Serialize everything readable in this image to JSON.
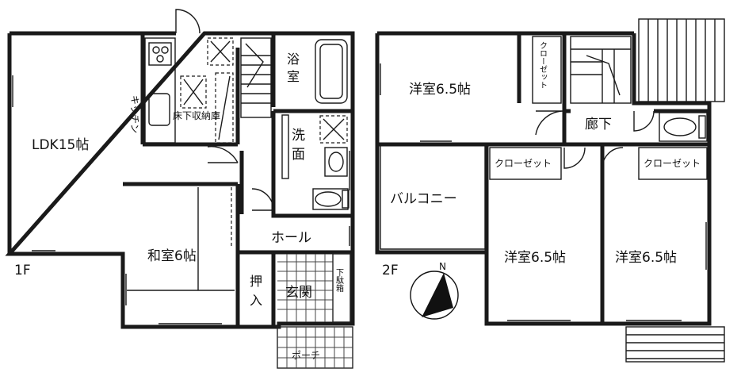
{
  "floor1": {
    "label": "1F",
    "rooms": {
      "ldk": "LDK15帖",
      "kitchen": "キッチン",
      "underfloor": "床下収納庫",
      "bath": "浴室",
      "washroom": "洗面",
      "washroom_line1": "洗",
      "washroom_line2": "面",
      "bath_line1": "浴",
      "bath_line2": "室",
      "hall": "ホール",
      "washitsu": "和室6帖",
      "closet": "押入",
      "closet_line1": "押",
      "closet_line2": "入",
      "entrance": "玄関",
      "shoe_box": "下駄箱",
      "porch": "ポーチ"
    }
  },
  "floor2": {
    "label": "2F",
    "rooms": {
      "west_top": "洋室6.5帖",
      "closet_top": "クローゼット",
      "hallway": "廊下",
      "balcony": "バルコニー",
      "closet_mid": "クローゼット",
      "closet_right": "クローゼット",
      "west_mid": "洋室6.5帖",
      "west_right": "洋室6.5帖"
    }
  },
  "compass": {
    "label": "N"
  }
}
